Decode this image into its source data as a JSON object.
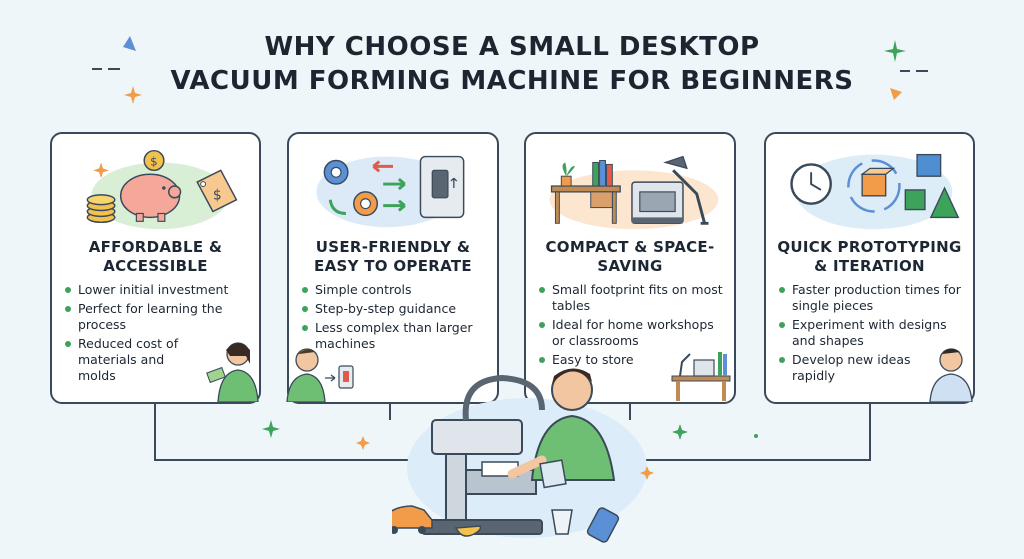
{
  "title": {
    "line1": "WHY CHOOSE A SMALL DESKTOP",
    "line2": "VACUUM FORMING MACHINE FOR BEGINNERS"
  },
  "cards": [
    {
      "heading": "AFFORDABLE & ACCESSIBLE",
      "icons": [
        "coin-icon",
        "piggy-bank-icon",
        "coin-stack-icon",
        "price-tag-icon"
      ],
      "items": [
        "Lower initial investment",
        "Perfect for learning the process",
        "Reduced cost of materials and molds"
      ]
    },
    {
      "heading": "USER-FRIENDLY & EASY TO OPERATE",
      "icons": [
        "gear-icon",
        "arrow-icon",
        "switch-icon"
      ],
      "items": [
        "Simple controls",
        "Step-by-step guidance",
        "Less complex than larger machines"
      ]
    },
    {
      "heading": "COMPACT & SPACE-SAVING",
      "icons": [
        "desk-icon",
        "plant-icon",
        "books-icon",
        "machine-icon",
        "lamp-icon"
      ],
      "items": [
        "Small footprint fits on most tables",
        "Ideal for home workshops or classrooms",
        "Easy to store"
      ]
    },
    {
      "heading": "QUICK PROTOTYPING & ITERATION",
      "icons": [
        "clock-icon",
        "cycle-icon",
        "cube-icon",
        "pyramid-icon"
      ],
      "items": [
        "Faster production times for single pieces",
        "Experiment with designs and shapes",
        "Develop new ideas rapidly"
      ]
    }
  ],
  "colors": {
    "accent_green": "#3da35a",
    "outline": "#3a4a5a",
    "background": "#eef6fa",
    "accent_orange": "#f29c4a",
    "accent_blue": "#4f8fd1"
  }
}
